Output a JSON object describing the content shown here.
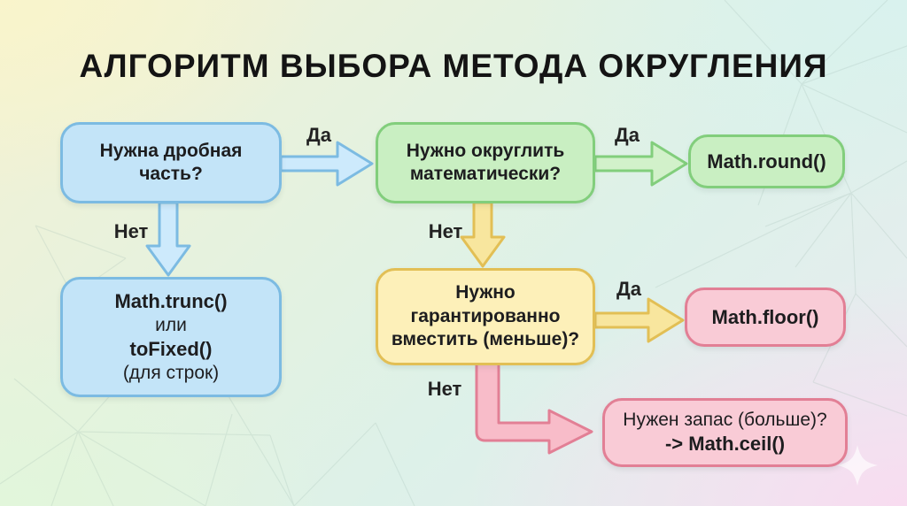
{
  "title": "АЛГОРИТМ ВЫБОРА МЕТОДА ОКРУГЛЕНИЯ",
  "edge_labels": {
    "yes1": "Да",
    "yes2": "Да",
    "yes3": "Да",
    "no1": "Нет",
    "no2": "Нет",
    "no3": "Нет"
  },
  "nodes": {
    "need_fraction": {
      "line1": "Нужна дробная",
      "line2": "часть?"
    },
    "round_math": {
      "line1": "Нужно округлить",
      "line2": "математически?"
    },
    "math_round": {
      "label": "Math.round()"
    },
    "trunc_tofixed": {
      "line1": "Math.trunc()",
      "line2": "или",
      "line3": "toFixed()",
      "line4": "(для строк)"
    },
    "guaranteed_fit": {
      "line1": "Нужно",
      "line2": "гарантированно",
      "line3": "вместить (меньше)?"
    },
    "math_floor": {
      "label": "Math.floor()"
    },
    "math_ceil": {
      "line1": "Нужен запас (больше)?",
      "line2": "-> Math.ceil()"
    }
  },
  "colors": {
    "blue_fill": "#c3e4f8",
    "blue_border": "#7cbbe2",
    "blue_arrow_fill": "#cdeafc",
    "green_fill": "#c9efc2",
    "green_border": "#82ce7c",
    "green_arrow_fill": "#d2f1ca",
    "yellow_fill": "#fdf0b9",
    "yellow_border": "#e2bf55",
    "yellow_arrow_fill": "#f8e69e",
    "pink_fill": "#f9cbd6",
    "pink_border": "#e27f95",
    "pink_arrow_fill": "#f8bcc9"
  }
}
